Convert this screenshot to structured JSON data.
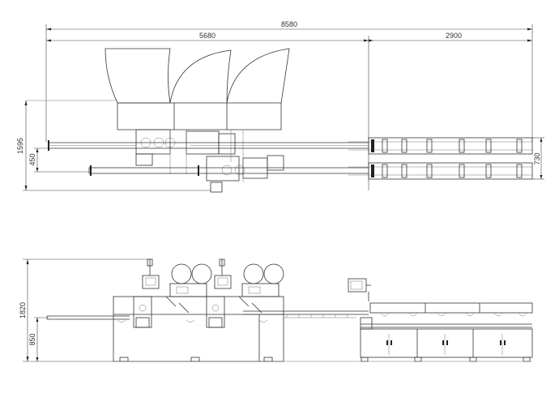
{
  "dimensions": {
    "overall_length": "8580",
    "left_length": "5680",
    "right_length": "2900",
    "plan_total_width": "1595",
    "plan_partial_width": "450",
    "conveyor_width": "730",
    "elevation_height": "1820",
    "work_height": "850"
  }
}
